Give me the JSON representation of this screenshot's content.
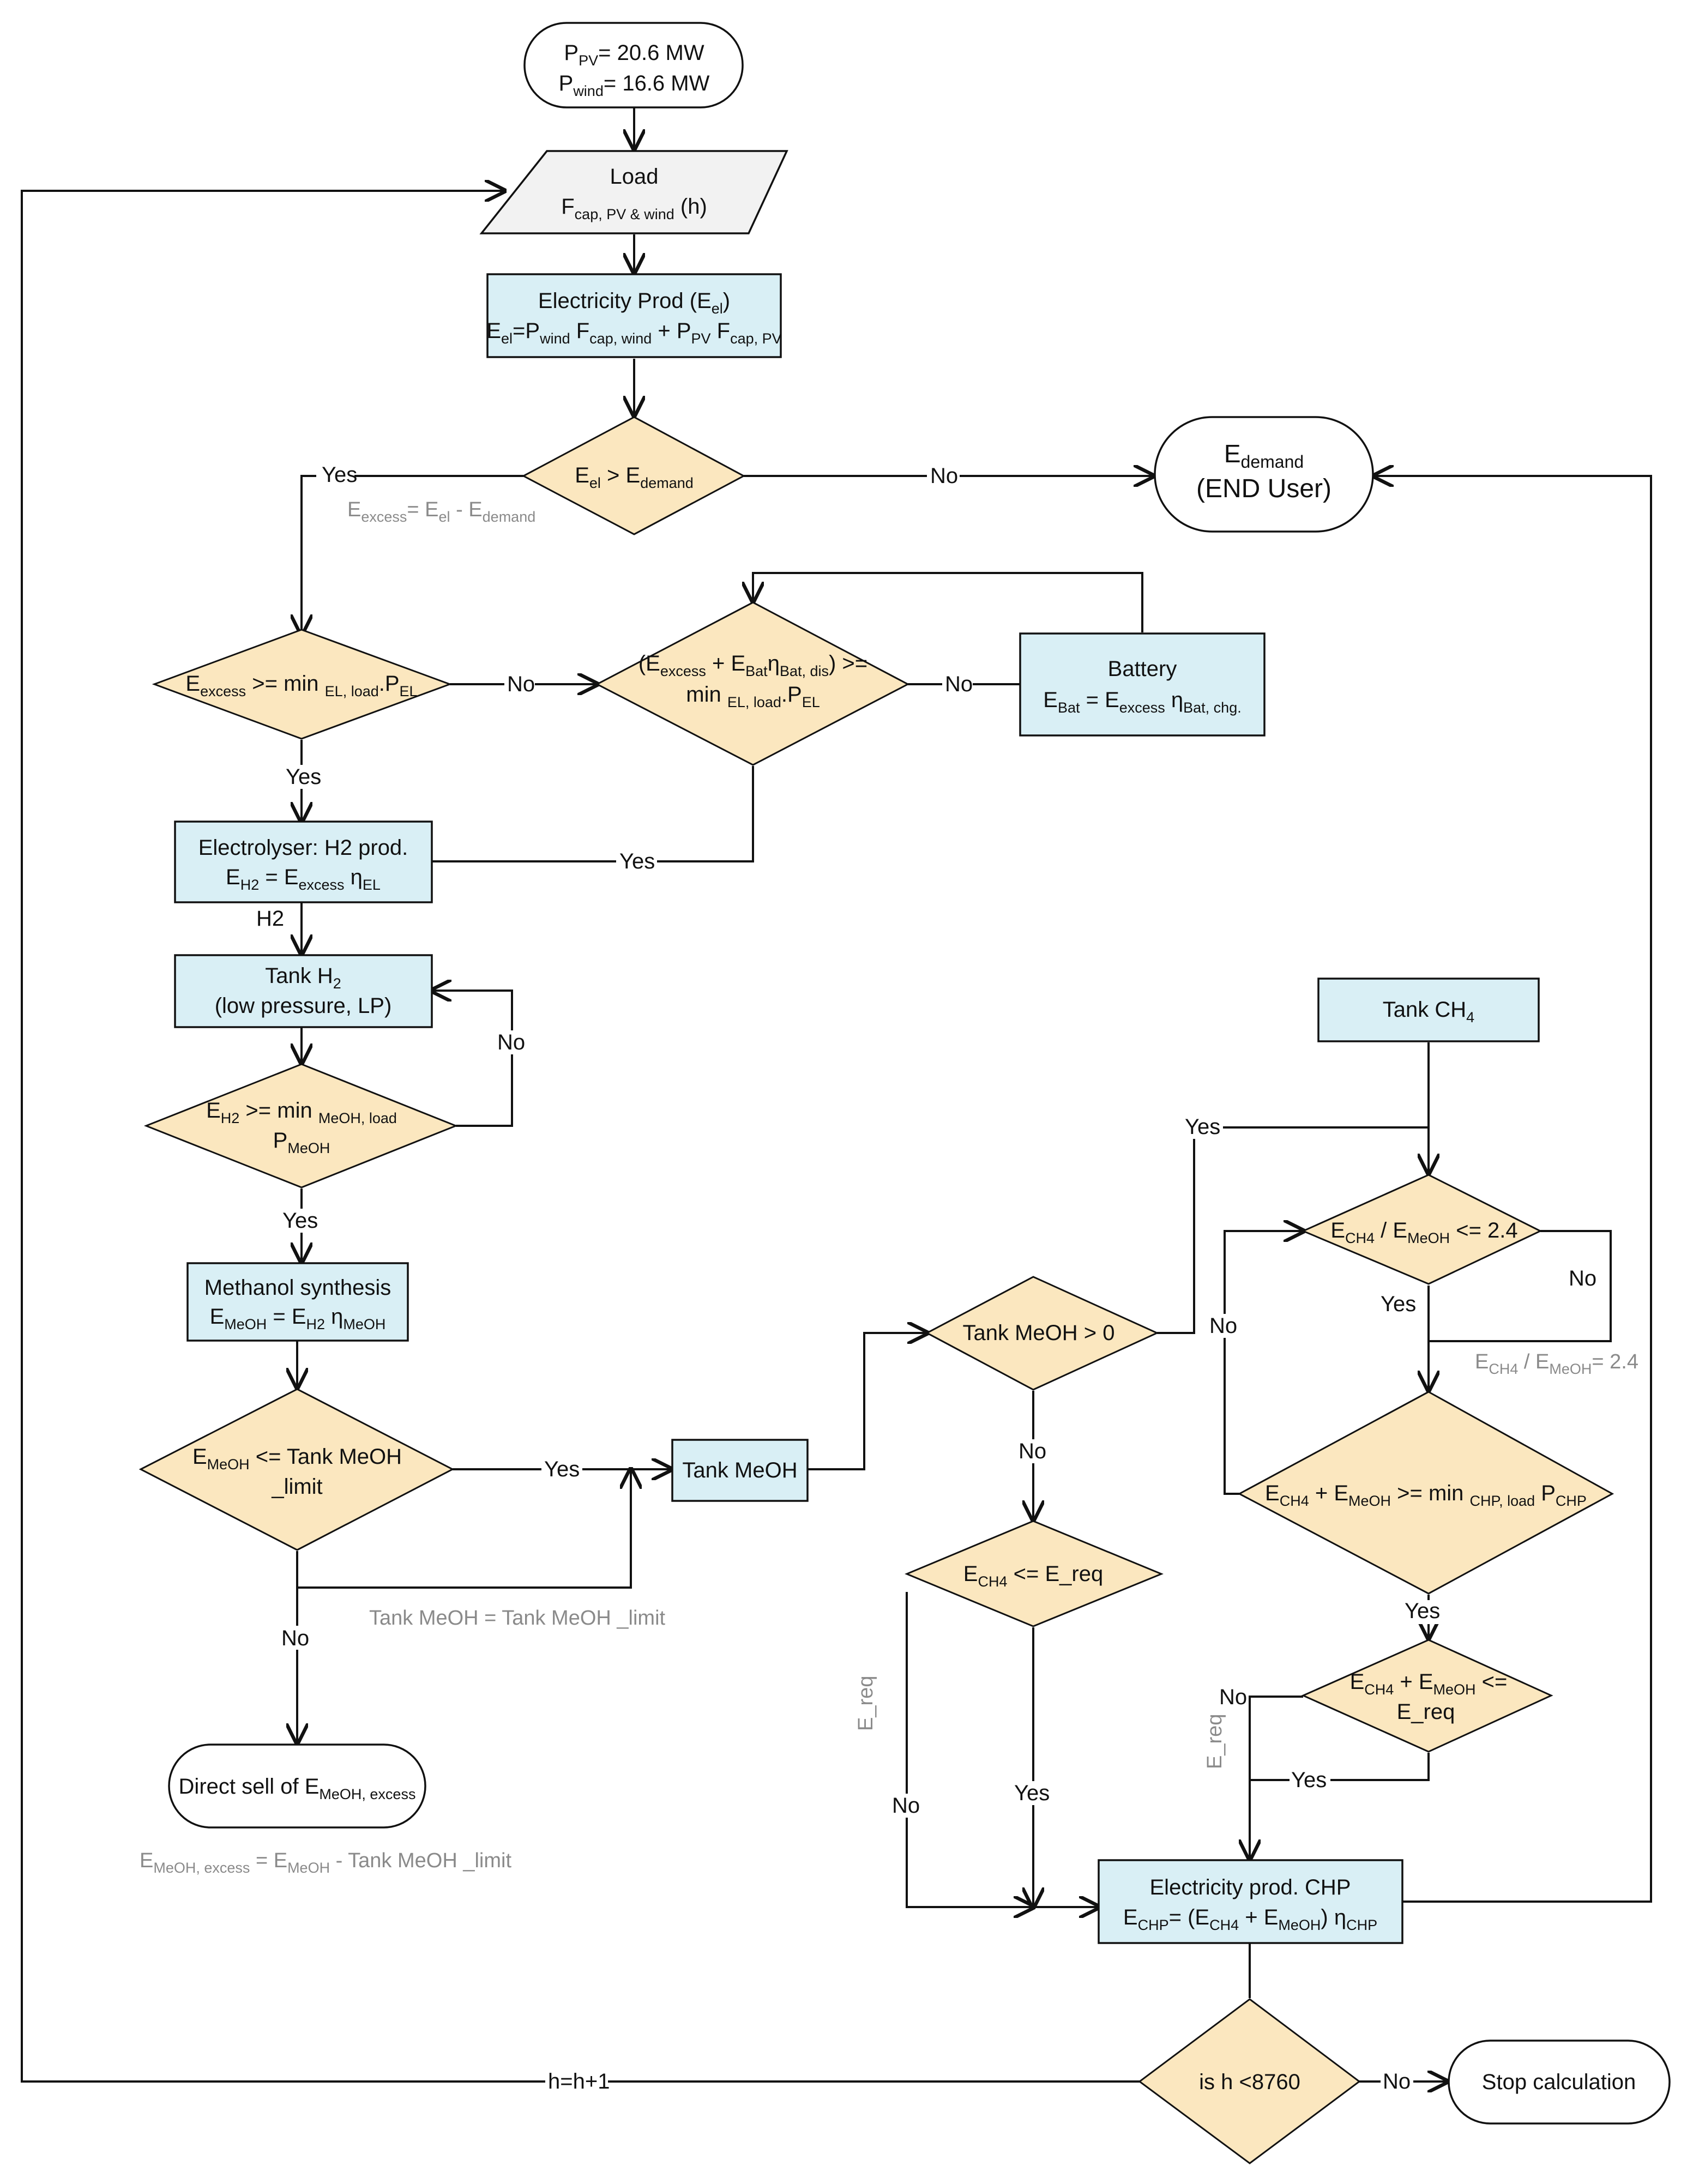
{
  "colors": {
    "process_fill": "#d9eff5",
    "decision_fill": "#fbe7bf",
    "io_fill": "#f2f2f2",
    "terminal_fill": "#ffffff",
    "stroke": "#111111",
    "annotation": "#8a8a8a"
  },
  "nodes": {
    "start": {
      "l1_main": "P",
      "l1_sub": "PV",
      "l1_rest": "= 20.6 MW",
      "l2_main": "P",
      "l2_sub": "wind",
      "l2_rest": "= 16.6 MW"
    },
    "load": {
      "title": "Load",
      "l2_main": "F",
      "l2_sub": "cap, PV & wind",
      "l2_rest": " (h)"
    },
    "elec_prod": {
      "title_main": "Electricity Prod (E",
      "title_sub": "el",
      "title_end": ")",
      "f1": "E",
      "f1s": "el",
      "f2": "=P",
      "f2s": "wind",
      "f3": " F",
      "f3s": "cap, wind",
      "f4": " + P",
      "f4s": "PV",
      "f5": " F",
      "f5s": "cap, PV"
    },
    "d_demand": {
      "a": "E",
      "as": "el",
      "b": " > E",
      "bs": "demand"
    },
    "end_user": {
      "l1_main": "E",
      "l1_sub": "demand",
      "l2": "(END User)"
    },
    "d_excess": {
      "a": "E",
      "as": "excess",
      "b": " >= min ",
      "bs": "EL, load",
      "c": ".P",
      "cs": "EL"
    },
    "d_battery": {
      "a": "(E",
      "as": "excess",
      "b": " + E",
      "bs": "Bat",
      "c": "η",
      "cs": "Bat, dis",
      "d": ") >=",
      "e": "min ",
      "es": "EL, load",
      "f": ".P",
      "fs": "EL"
    },
    "battery": {
      "title": "Battery",
      "a": "E",
      "as": "Bat",
      "b": " = E",
      "bs": "excess",
      "c": " η",
      "cs": "Bat, chg."
    },
    "electrolyser": {
      "title": "Electrolyser: H2 prod.",
      "a": "E",
      "as": "H2",
      "b": " = E",
      "bs": "excess",
      "c": " η",
      "cs": "EL"
    },
    "tank_h2": {
      "l1_main": "Tank H",
      "l1_sub": "2",
      "l2": "(low pressure, LP)"
    },
    "d_h2": {
      "a": "E",
      "as": "H2",
      "b": " >=  min ",
      "bs": "MeOH, load",
      "c": "P",
      "cs": "MeOH"
    },
    "meoh_synth": {
      "title": "Methanol synthesis",
      "a": "E",
      "as": "MeOH",
      "b": " = E",
      "bs": "H2",
      "c": " η",
      "cs": "MeOH"
    },
    "d_meoh_limit": {
      "a": "E",
      "as": "MeOH",
      "b": " <= Tank MeOH",
      "l2": "_limit"
    },
    "direct_sell": {
      "a": "Direct sell of E",
      "as": "MeOH, excess"
    },
    "tank_meoh": {
      "label": "Tank MeOH"
    },
    "d_tank_meoh": {
      "label": "Tank MeOH > 0"
    },
    "d_ech4_req": {
      "a": "E",
      "as": "CH4",
      "b": " <= E_req"
    },
    "tank_ch4": {
      "main": "Tank CH",
      "sub": "4"
    },
    "d_ratio": {
      "a": "E",
      "as": "CH4",
      "b": " / E",
      "bs": "MeOH",
      "c": " <= 2.4"
    },
    "d_chp_min": {
      "a": "E",
      "as": "CH4",
      "b": " + E",
      "bs": "MeOH",
      "c": " >= min ",
      "cs": "CHP, load",
      "d": " P",
      "ds": "CHP"
    },
    "d_sum_req": {
      "a": "E",
      "as": "CH4",
      "b": " + E",
      "bs": "MeOH",
      "c": " <=",
      "l2": "E_req"
    },
    "chp": {
      "title": "Electricity prod. CHP",
      "a": "E",
      "as": "CHP",
      "b": "= (E",
      "bs": "CH4",
      "c": " + E",
      "cs": "MeOH",
      "d": ") η",
      "ds": "CHP"
    },
    "d_hour": {
      "label": "is h <8760"
    },
    "stop": {
      "label": "Stop calculation"
    }
  },
  "edge_labels": {
    "yes": "Yes",
    "no": "No",
    "h2": "H2",
    "loop": "h=h+1"
  },
  "annotations": {
    "excess": {
      "a": "E",
      "as": "excess",
      "b": "= E",
      "bs": "el",
      "c": " - E",
      "cs": "demand"
    },
    "tank_limit": "Tank MeOH = Tank MeOH _limit",
    "meoh_excess": {
      "a": "E",
      "as": "MeOH, excess",
      "b": " = E",
      "bs": "MeOH",
      "c": " - Tank MeOH _limit"
    },
    "ratio": {
      "a": "E",
      "as": "CH4",
      "b": " / E",
      "bs": "MeOH",
      "c": "= 2.4"
    },
    "ereq": "E_req"
  }
}
